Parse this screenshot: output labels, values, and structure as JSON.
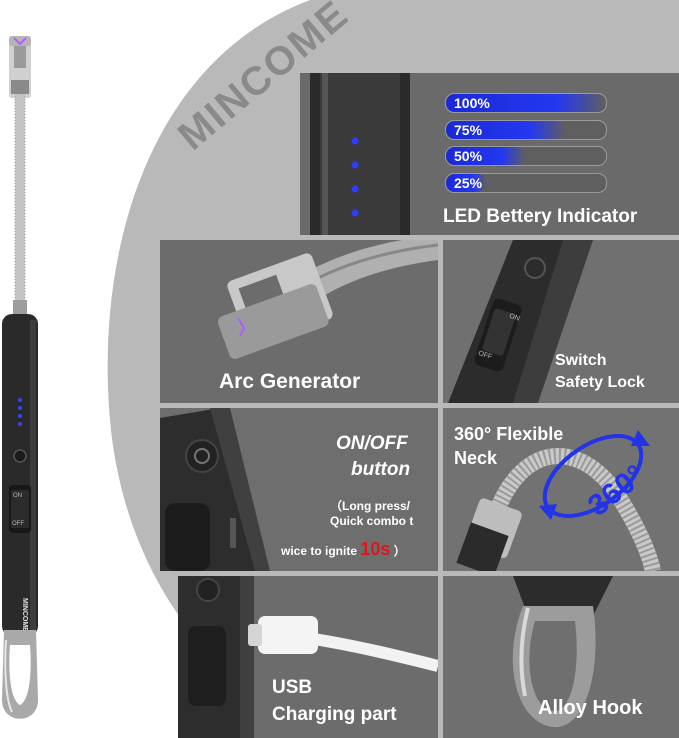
{
  "brand": {
    "watermark": "MINCOME",
    "product_brand": "MINCOME"
  },
  "battery": {
    "title": "LED Bettery Indicator",
    "levels": [
      {
        "label": "100%",
        "fill": 1.0
      },
      {
        "label": "75%",
        "fill": 0.75
      },
      {
        "label": "50%",
        "fill": 0.5
      },
      {
        "label": "25%",
        "fill": 0.25
      }
    ]
  },
  "features": {
    "arc": "Arc Generator",
    "switch_line1": "Switch",
    "switch_line2": "Safety Lock",
    "onoff_line1": "ON/OFF",
    "onoff_line2": "button",
    "press_line1": "（Long press/",
    "press_line2": "Quick combo t",
    "press_line3": "wice to ignite",
    "press_time": "10s",
    "press_close": "）",
    "neck_line1": "360° Flexible",
    "neck_line2": "Neck",
    "neck_badge": "360°",
    "usb_line1": "USB",
    "usb_line2": "Charging part",
    "hook": "Alloy Hook"
  },
  "switch_marks": {
    "on": "ON",
    "off": "OFF"
  },
  "colors": {
    "accent_blue": "#2233e8",
    "highlight_red": "#e0141e",
    "panel_gray": "#6e6e6e"
  }
}
